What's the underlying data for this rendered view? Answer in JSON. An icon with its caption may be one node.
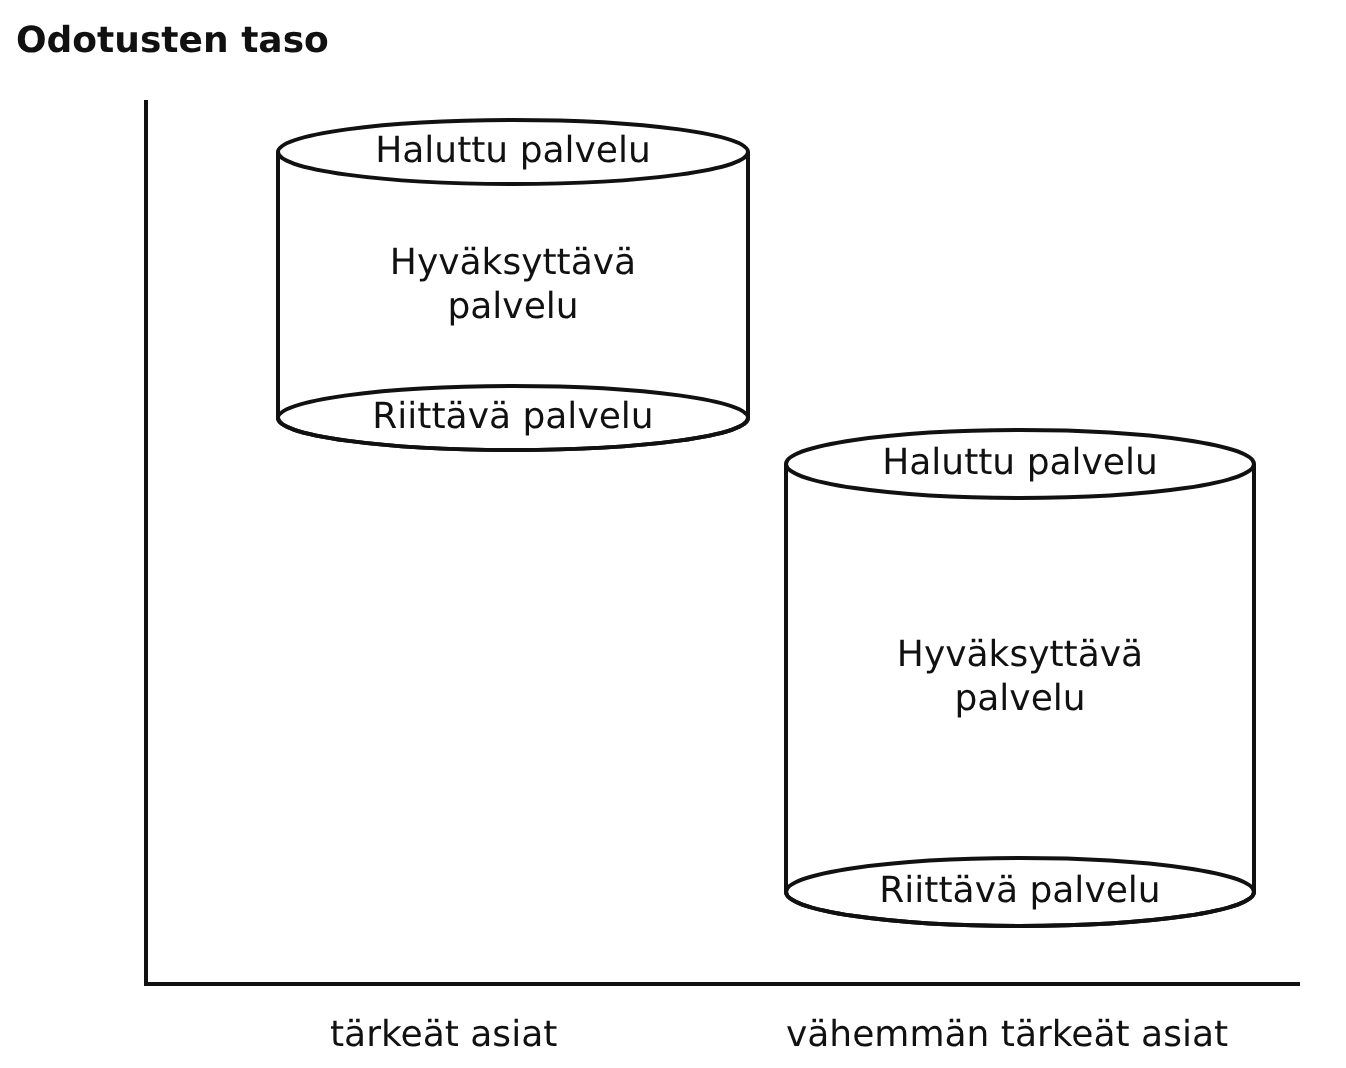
{
  "diagram": {
    "nodes": [
      {
        "text": [
          "Haluttu palvelu",
          "Hyväksyttävä palvelu",
          "Riittävä palvelu"
        ]
      },
      {
        "text": [
          "Haluttu palvelu",
          "Hyväksyttävä palvelu",
          "Riittävä palvelu"
        ]
      }
    ],
    "labels": [
      "Odotusten taso",
      "tärkeät asiat",
      "vähemmän tärkeät asiat"
    ]
  }
}
